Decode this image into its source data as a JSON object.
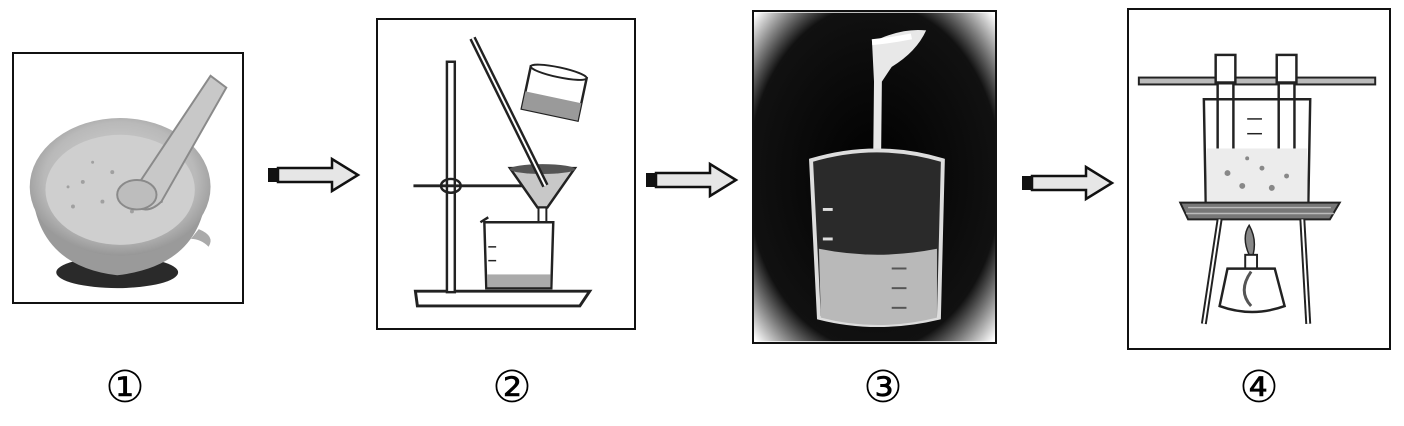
{
  "steps": [
    {
      "label": "①",
      "scene": "mortar-and-pestle"
    },
    {
      "label": "②",
      "scene": "filtration-setup"
    },
    {
      "label": "③",
      "scene": "pouring-into-beaker"
    },
    {
      "label": "④",
      "scene": "water-bath-heating"
    }
  ],
  "colors": {
    "frame": "#111111",
    "arrow_fill": "#e6e6e6",
    "arrow_stroke": "#111111",
    "background": "#ffffff"
  },
  "icons": [
    "mortar-pestle-icon",
    "filtration-apparatus-icon",
    "beaker-pour-icon",
    "water-bath-icon",
    "right-arrow-icon"
  ]
}
